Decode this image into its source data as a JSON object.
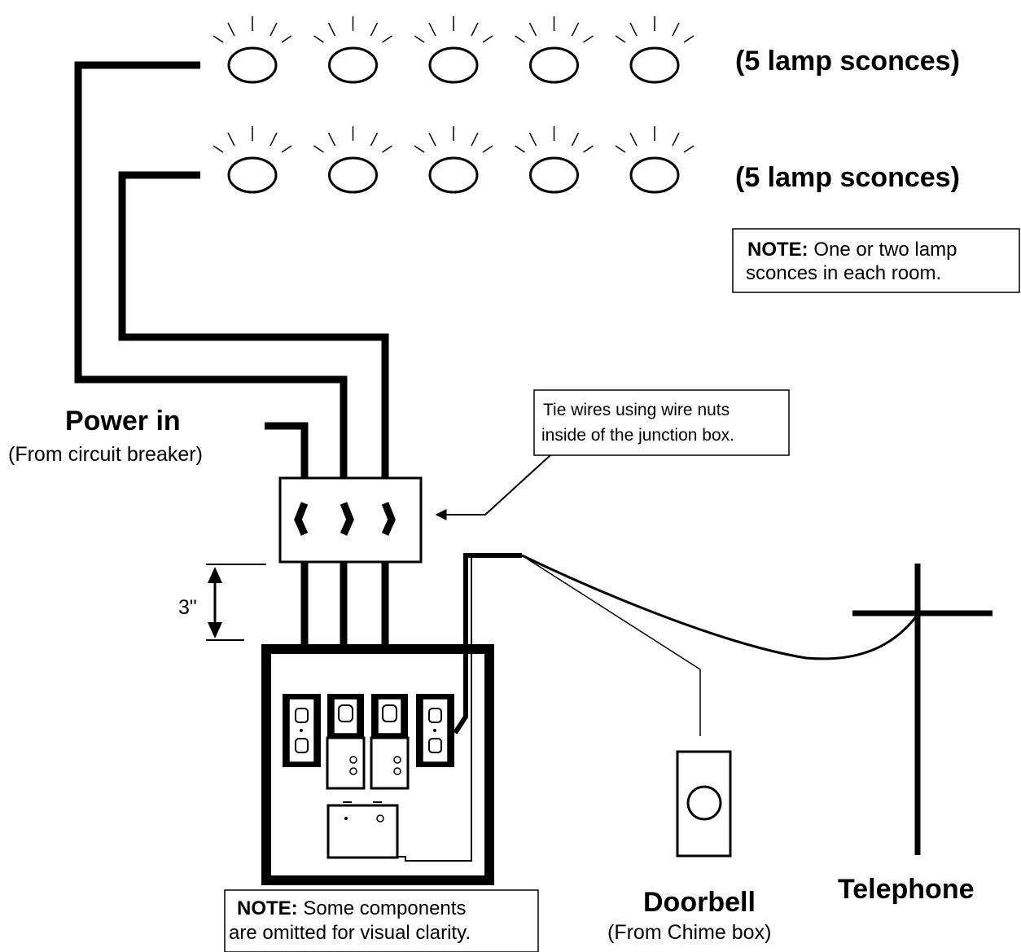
{
  "lamp_rows": [
    {
      "label": "(5 lamp sconces)",
      "count": 5
    },
    {
      "label": "(5 lamp sconces)",
      "count": 5
    }
  ],
  "sconce_note": {
    "bold": "NOTE:",
    "line1": " One or two lamp",
    "line2": "sconces in each room."
  },
  "power_in": {
    "title": "Power in",
    "subtitle": "(From circuit breaker)"
  },
  "tie_note": {
    "line1": "Tie wires using wire nuts",
    "line2": "inside of the junction box."
  },
  "dimension": {
    "label": "3\""
  },
  "components_note": {
    "bold": "NOTE:",
    "line1": " Some components",
    "line2": "are omitted for visual clarity."
  },
  "doorbell": {
    "title": "Doorbell",
    "subtitle": "(From Chime box)"
  },
  "telephone": {
    "title": "Telephone"
  },
  "colors": {
    "ink": "#000000",
    "background": "#ffffff"
  }
}
